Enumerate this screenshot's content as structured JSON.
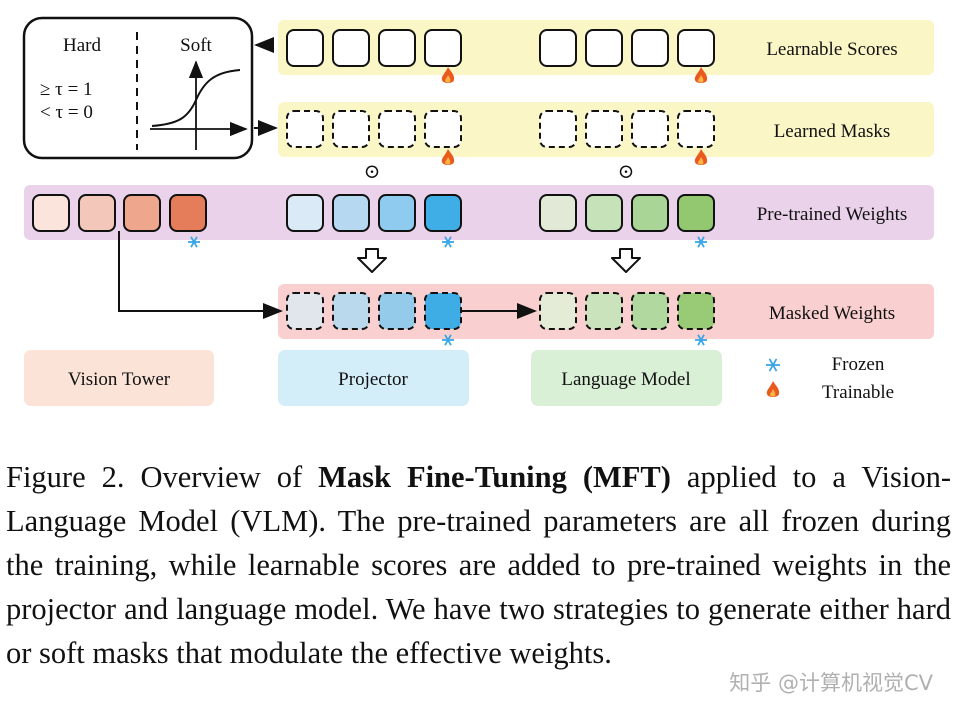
{
  "inset": {
    "hard_label": "Hard",
    "soft_label": "Soft",
    "rule_ge": "≥ τ = 1",
    "rule_lt": "< τ = 0"
  },
  "rows": {
    "learnable_scores": "Learnable Scores",
    "learned_masks": "Learned Masks",
    "pretrained_weights": "Pre-trained Weights",
    "masked_weights": "Masked Weights"
  },
  "operator_symbol": "⊙",
  "components": {
    "vision_tower": "Vision Tower",
    "projector": "Projector",
    "language_model": "Language Model"
  },
  "legend": {
    "frozen": "Frozen",
    "trainable": "Trainable"
  },
  "colors": {
    "yellow_band": "#faf6c6",
    "pink_band": "#ead3ea",
    "red_band": "#f9cfcf",
    "vision_tower_bg": "#fbe3d8",
    "projector_bg": "#d3edf9",
    "language_model_bg": "#daf0d6",
    "vision_cells": [
      "#fae4dc",
      "#f3c7b9",
      "#eea68d",
      "#e57c5a"
    ],
    "projector_cells": [
      "#daeaf7",
      "#b6d8f1",
      "#8ecbee",
      "#3faee6"
    ],
    "lm_cells": [
      "#e2ead7",
      "#c6e2b8",
      "#a9d596",
      "#93c871"
    ],
    "masked_projector_cells": [
      "#e0e6ec",
      "#bad9ec",
      "#95cbea",
      "#3eace5"
    ],
    "masked_lm_cells": [
      "#e4ebd7",
      "#cbe3bc",
      "#b0d89f",
      "#99ca76"
    ]
  },
  "caption": {
    "prefix": "Figure 2.  Overview of ",
    "bold": "Mask Fine-Tuning (MFT)",
    "rest": " applied to a Vision-Language Model (VLM). The pre-trained parameters are all frozen during the training, while learnable scores are added to pre-trained weights in the projector and language model. We have two strategies to generate either hard or soft masks that modulate the effective weights."
  },
  "watermark": "知乎 @计算机视觉CV"
}
